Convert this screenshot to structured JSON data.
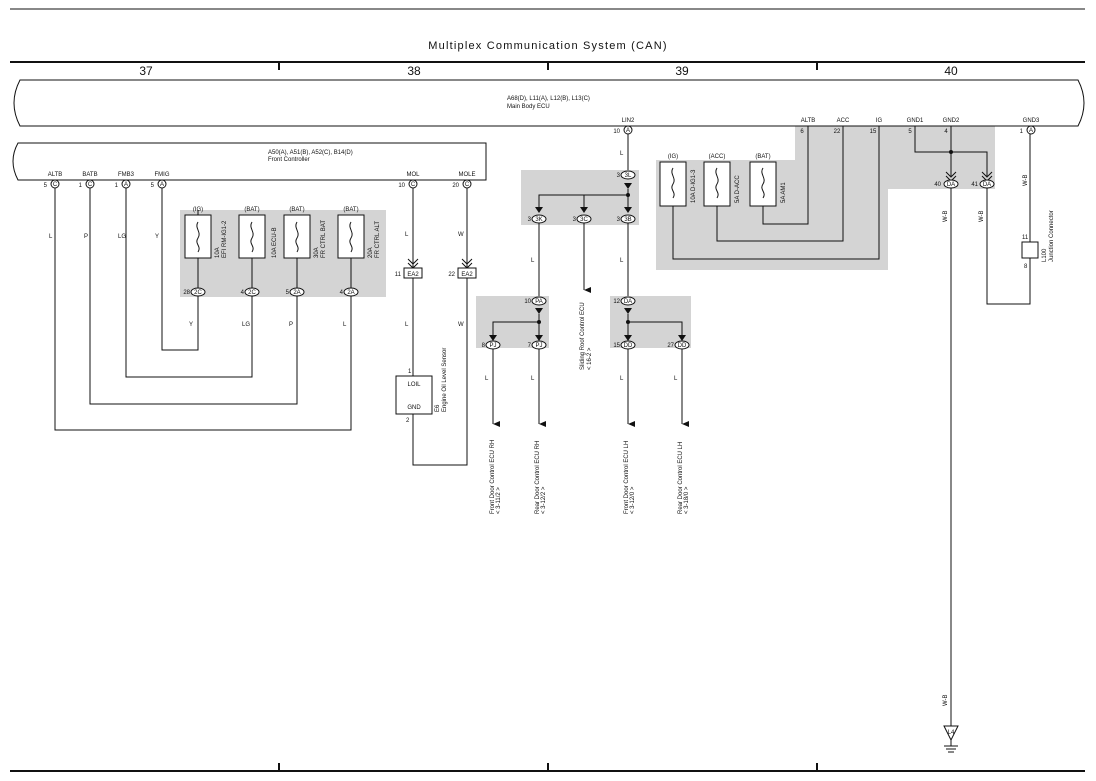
{
  "title": "Multiplex Communication System (CAN)",
  "columns": [
    "37",
    "38",
    "39",
    "40"
  ],
  "main_body_ecu": {
    "code": "A68(D), L11(A), L12(B), L13(C)",
    "name": "Main Body ECU"
  },
  "front_controller": {
    "code": "A50(A), A51(B), A52(C), B14(D)",
    "name": "Front Controller"
  },
  "fc_terminals": [
    {
      "name": "ALTB",
      "pin": "5",
      "conn": "C"
    },
    {
      "name": "BATB",
      "pin": "1",
      "conn": "C"
    },
    {
      "name": "FMB3",
      "pin": "1",
      "conn": "A"
    },
    {
      "name": "FMIG",
      "pin": "5",
      "conn": "A"
    },
    {
      "name": "MOL",
      "pin": "10",
      "conn": "C"
    },
    {
      "name": "MOLE",
      "pin": "20",
      "conn": "C"
    }
  ],
  "fc_fuses": [
    {
      "state": "(IG)",
      "label1": "10A",
      "label2": "EFI RM-IG1-2",
      "pin": "28",
      "conn": "2C"
    },
    {
      "state": "(BAT)",
      "label1": "10A ECU-B",
      "label2": "",
      "pin": "4",
      "conn": "2C"
    },
    {
      "state": "(BAT)",
      "label1": "30A",
      "label2": "FR CTRL BAT",
      "pin": "5",
      "conn": "2A"
    },
    {
      "state": "(BAT)",
      "label1": "20A",
      "label2": "FR CTRL ALT",
      "pin": "4",
      "conn": "2A"
    }
  ],
  "wire_colors": {
    "L": "L",
    "P": "P",
    "LG": "LG",
    "Y": "Y",
    "W": "W",
    "WB": "W-B"
  },
  "ea2": {
    "conn": "EA2",
    "pin_mol": "11",
    "pin_mole": "22"
  },
  "oil_sensor": {
    "code": "E6",
    "name": "Engine Oil Level Sensor",
    "pin1": "1",
    "pin2": "2",
    "term1": "LOIL",
    "term2": "GND"
  },
  "lin2": {
    "name": "LIN2",
    "pin": "10",
    "conn": "A"
  },
  "mbe_terminals": [
    {
      "name": "ALTB",
      "pin": "6"
    },
    {
      "name": "ACC",
      "pin": "22"
    },
    {
      "name": "IG",
      "pin": "15"
    },
    {
      "name": "GND1",
      "pin": "5"
    },
    {
      "name": "GND2",
      "pin": "4"
    },
    {
      "name": "GND3",
      "pin": "1",
      "conn": "A"
    }
  ],
  "jb_3l": {
    "pin": "3",
    "conn": "3L"
  },
  "jb_3k": {
    "pin": "3",
    "conn": "3K"
  },
  "jb_3c": {
    "pin": "3",
    "conn": "3C"
  },
  "jb_3b": {
    "pin": "3",
    "conn": "3B"
  },
  "mbe_fuses": [
    {
      "state": "(IG)",
      "label": "10A D-IG1-3"
    },
    {
      "state": "(ACC)",
      "label": "5A D-ACC"
    },
    {
      "state": "(BAT)",
      "label": "5A AM1"
    }
  ],
  "pa": {
    "pin": "10",
    "conn": "PA"
  },
  "pj1": {
    "pin": "8",
    "conn": "PJ"
  },
  "pj2": {
    "pin": "7",
    "conn": "PJ"
  },
  "da1": {
    "pin": "12",
    "conn": "DA"
  },
  "dd1": {
    "pin": "15",
    "conn": "DD"
  },
  "dd2": {
    "pin": "27",
    "conn": "DD"
  },
  "da_gnd1": {
    "pin": "40",
    "conn": "DA"
  },
  "da_gnd2": {
    "pin": "41",
    "conn": "DA"
  },
  "junction": {
    "code": "L100",
    "name": "Junction Connector",
    "pin_top": "11",
    "pin_bottom": "8"
  },
  "ground": "L4",
  "destinations": {
    "sliding_roof": {
      "name": "Sliding Roof Control ECU",
      "ref": "< 16-2 >"
    },
    "front_rh": {
      "name": "Front Door Control ECU RH",
      "ref": "< 3-11/2 >"
    },
    "rear_rh": {
      "name": "Rear Door Control ECU RH",
      "ref": "< 3-12/2 >"
    },
    "front_lh": {
      "name": "Front Door Control ECU LH",
      "ref": "< 3-12/0 >"
    },
    "rear_lh": {
      "name": "Rear Door Control ECU LH",
      "ref": "< 3-18/0 >"
    }
  }
}
